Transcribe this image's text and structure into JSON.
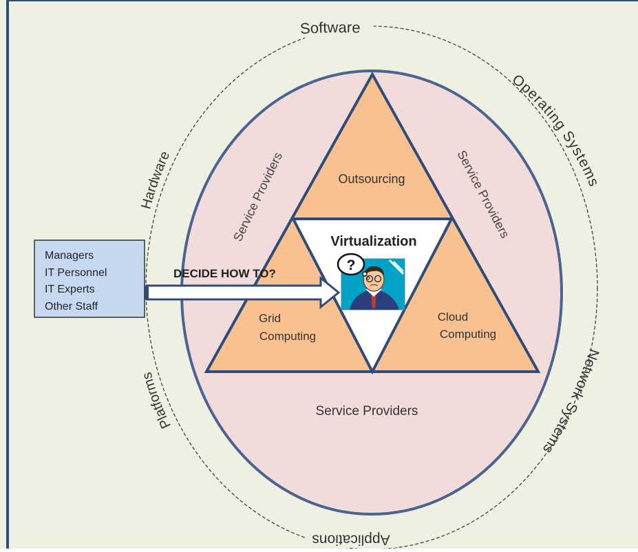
{
  "outer_ring": {
    "labels": {
      "software": "Software",
      "operating_systems": "Operating Systems",
      "network_systems": "Network Systems",
      "applications": "Applications",
      "platforms": "Platforms",
      "hardware": "Hardware"
    }
  },
  "ellipse": {
    "service_providers_left": "Service Providers",
    "service_providers_right": "Service Providers",
    "service_providers_bottom": "Service Providers"
  },
  "triangle": {
    "top": "Outsourcing",
    "center": "Virtualization",
    "left_line1": "Grid",
    "left_line2": "Computing",
    "right_line1": "Cloud",
    "right_line2": "Computing"
  },
  "figure": {
    "bubble": "?"
  },
  "arrow": {
    "label": "DECIDE HOW TO?"
  },
  "actors": {
    "items": [
      "Managers",
      "IT Personnel",
      "IT Experts",
      "Other Staff"
    ]
  },
  "colors": {
    "background": "#eef0e2",
    "frame_left": "#2d4d7c",
    "ellipse_fill": "#f2dcdb",
    "ellipse_stroke": "#4a6491",
    "triangle_fill": "#f9c090",
    "triangle_stroke": "#2f4c78",
    "center_fill": "#ffffff",
    "box_fill": "#c6d9f1",
    "dashed_line": "#333333",
    "text": "#333333"
  }
}
